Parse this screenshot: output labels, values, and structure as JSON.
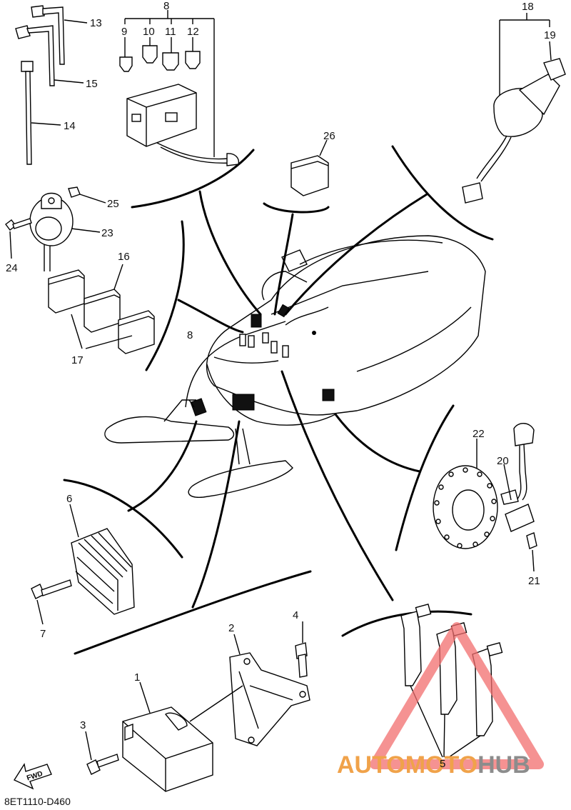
{
  "diagram_code": "8ET1110-D460",
  "watermark": {
    "text_part1": "AUTOMOTO",
    "text_part2": "HUB",
    "color_part1": "#f0a24a",
    "color_part2": "#8c8c8c",
    "triangle_color": "#f26d6d"
  },
  "fwd_label": "FWD",
  "callouts": {
    "c1": "1",
    "c2": "2",
    "c3": "3",
    "c4": "4",
    "c5": "5",
    "c6": "6",
    "c7": "7",
    "c8": "8",
    "c8b": "8",
    "c9": "9",
    "c10": "10",
    "c11": "11",
    "c12": "12",
    "c13": "13",
    "c14": "14",
    "c15": "15",
    "c16": "16",
    "c17": "17",
    "c18": "18",
    "c19": "19",
    "c20": "20",
    "c21": "21",
    "c22": "22",
    "c23": "23",
    "c24": "24",
    "c25": "25",
    "c26": "26"
  }
}
